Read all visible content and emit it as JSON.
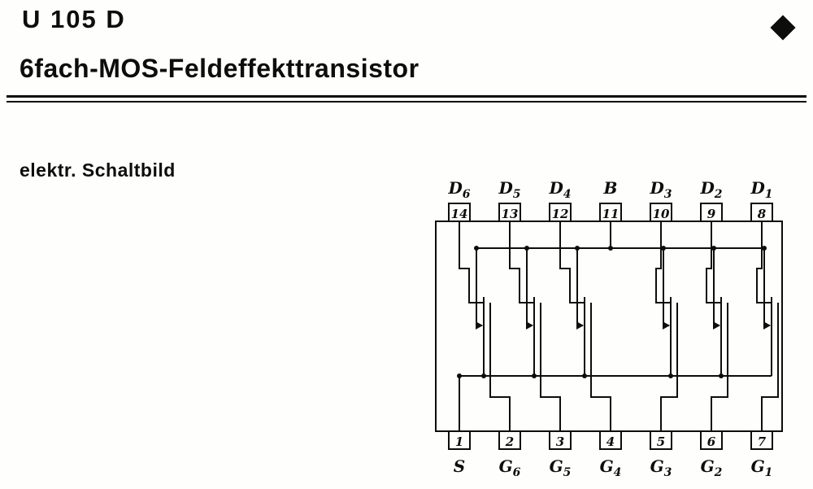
{
  "page": {
    "title": "U 105 D",
    "subtitle": "6fach-MOS-Feldeffekttransistor",
    "section_label": "elektr. Schaltbild",
    "corner_icon": "diamond",
    "ink_color": "#0d0d0d",
    "paper_color": "#fefefc"
  },
  "schematic": {
    "description": "14-pin IC with six MOS field-effect transistors, common source S, common bulk B, drains D1-D6, gates G1-G6",
    "top_pins": [
      {
        "base": "D",
        "sub": "6",
        "number": "14"
      },
      {
        "base": "D",
        "sub": "5",
        "number": "13"
      },
      {
        "base": "D",
        "sub": "4",
        "number": "12"
      },
      {
        "base": "B",
        "sub": "",
        "number": "11"
      },
      {
        "base": "D",
        "sub": "3",
        "number": "10"
      },
      {
        "base": "D",
        "sub": "2",
        "number": "9"
      },
      {
        "base": "D",
        "sub": "1",
        "number": "8"
      }
    ],
    "bottom_pins": [
      {
        "base": "S",
        "sub": "",
        "number": "1"
      },
      {
        "base": "G",
        "sub": "6",
        "number": "2"
      },
      {
        "base": "G",
        "sub": "5",
        "number": "3"
      },
      {
        "base": "G",
        "sub": "4",
        "number": "4"
      },
      {
        "base": "G",
        "sub": "3",
        "number": "5"
      },
      {
        "base": "G",
        "sub": "2",
        "number": "6"
      },
      {
        "base": "G",
        "sub": "1",
        "number": "7"
      }
    ]
  }
}
